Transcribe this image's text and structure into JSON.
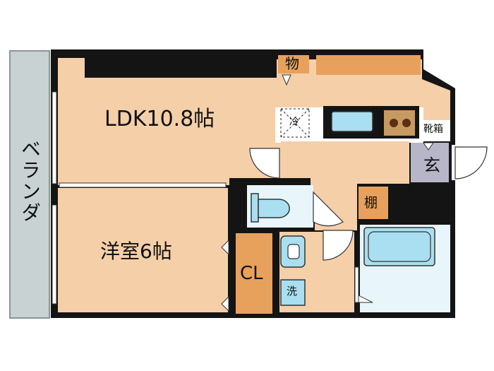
{
  "colors": {
    "wall": "#141414",
    "room": "#f4cfa8",
    "closet": "#e8a15c",
    "balcony": "#c8d2d2",
    "bath": "#e8f6fb",
    "fixture": "#a9dff0",
    "entrance": "#b6b6c8",
    "stove": "#c79a62",
    "white": "#ffffff"
  },
  "rooms": {
    "ldk": "LDK10.8帖",
    "western": "洋室6帖",
    "closet": "CL",
    "balcony": "ベランダ",
    "storage": "物",
    "fridge": "冷",
    "shoe_box": "靴箱",
    "entrance": "玄",
    "shelf": "棚",
    "washer": "洗"
  }
}
